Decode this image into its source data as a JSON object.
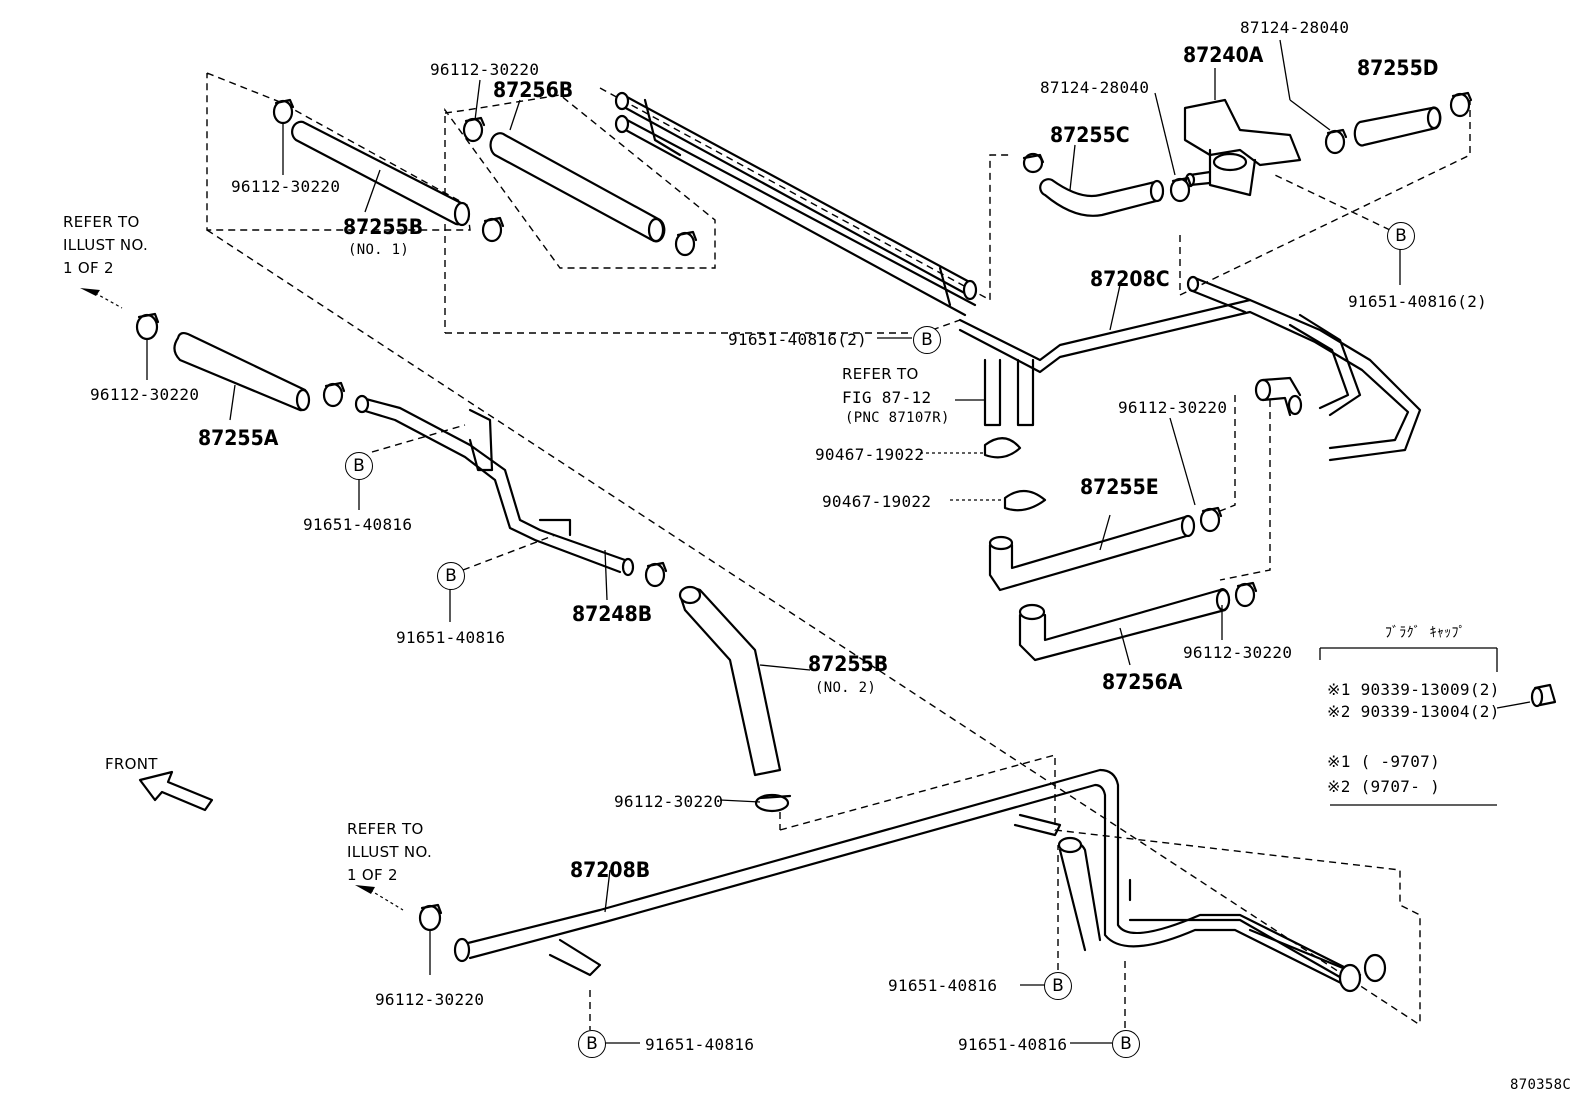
{
  "parts": {
    "p87240A": "87240A",
    "p87124_top": "87124-28040",
    "p87124_mid": "87124-28040",
    "p87255D": "87255D",
    "p87255C": "87255C",
    "p87256B": "87256B",
    "p96112_top1": "96112-30220",
    "p96112_top2": "96112-30220",
    "p87255B_1": "87255B",
    "no1": "(NO. 1)",
    "p87208C": "87208C",
    "p91651_2_right": "91651-40816(2)",
    "p91651_2_mid": "91651-40816(2)",
    "refer_fig_1": "REFER TO",
    "refer_fig_2": "FIG 87-12",
    "pnc": "(PNC 87107R)",
    "p90467_a": "90467-19022",
    "p90467_b": "90467-19022",
    "p96112_right": "96112-30220",
    "p87255E": "87255E",
    "p96112_right2": "96112-30220",
    "p87256A": "87256A",
    "refer_left_1": "REFER TO",
    "refer_left_2": "ILLUST NO.",
    "refer_left_3": "1 OF 2",
    "p96112_left": "96112-30220",
    "p87255A": "87255A",
    "p91651_left1": "91651-40816",
    "p91651_left2": "91651-40816",
    "p87248B": "87248B",
    "p87255B_2": "87255B",
    "no2": "(NO. 2)",
    "p96112_mid": "96112-30220",
    "front": "FRONT",
    "refer_bot_1": "REFER TO",
    "refer_bot_2": "ILLUST NO.",
    "refer_bot_3": "1 OF 2",
    "p87208B": "87208B",
    "p96112_bot": "96112-30220",
    "p91651_bot1": "91651-40816",
    "p91651_bot2": "91651-40816",
    "p91651_bot3": "91651-40816",
    "plug_title": "ﾌﾞﾗｸﾞ  ｷｬｯﾌﾟ",
    "plug_1": "※1 90339-13009(2)",
    "plug_2": "※2 90339-13004(2)",
    "note_1": "※1 (      -9707)",
    "note_2": "※2 (9707-      )",
    "fig_code": "870358C",
    "b": "B"
  }
}
